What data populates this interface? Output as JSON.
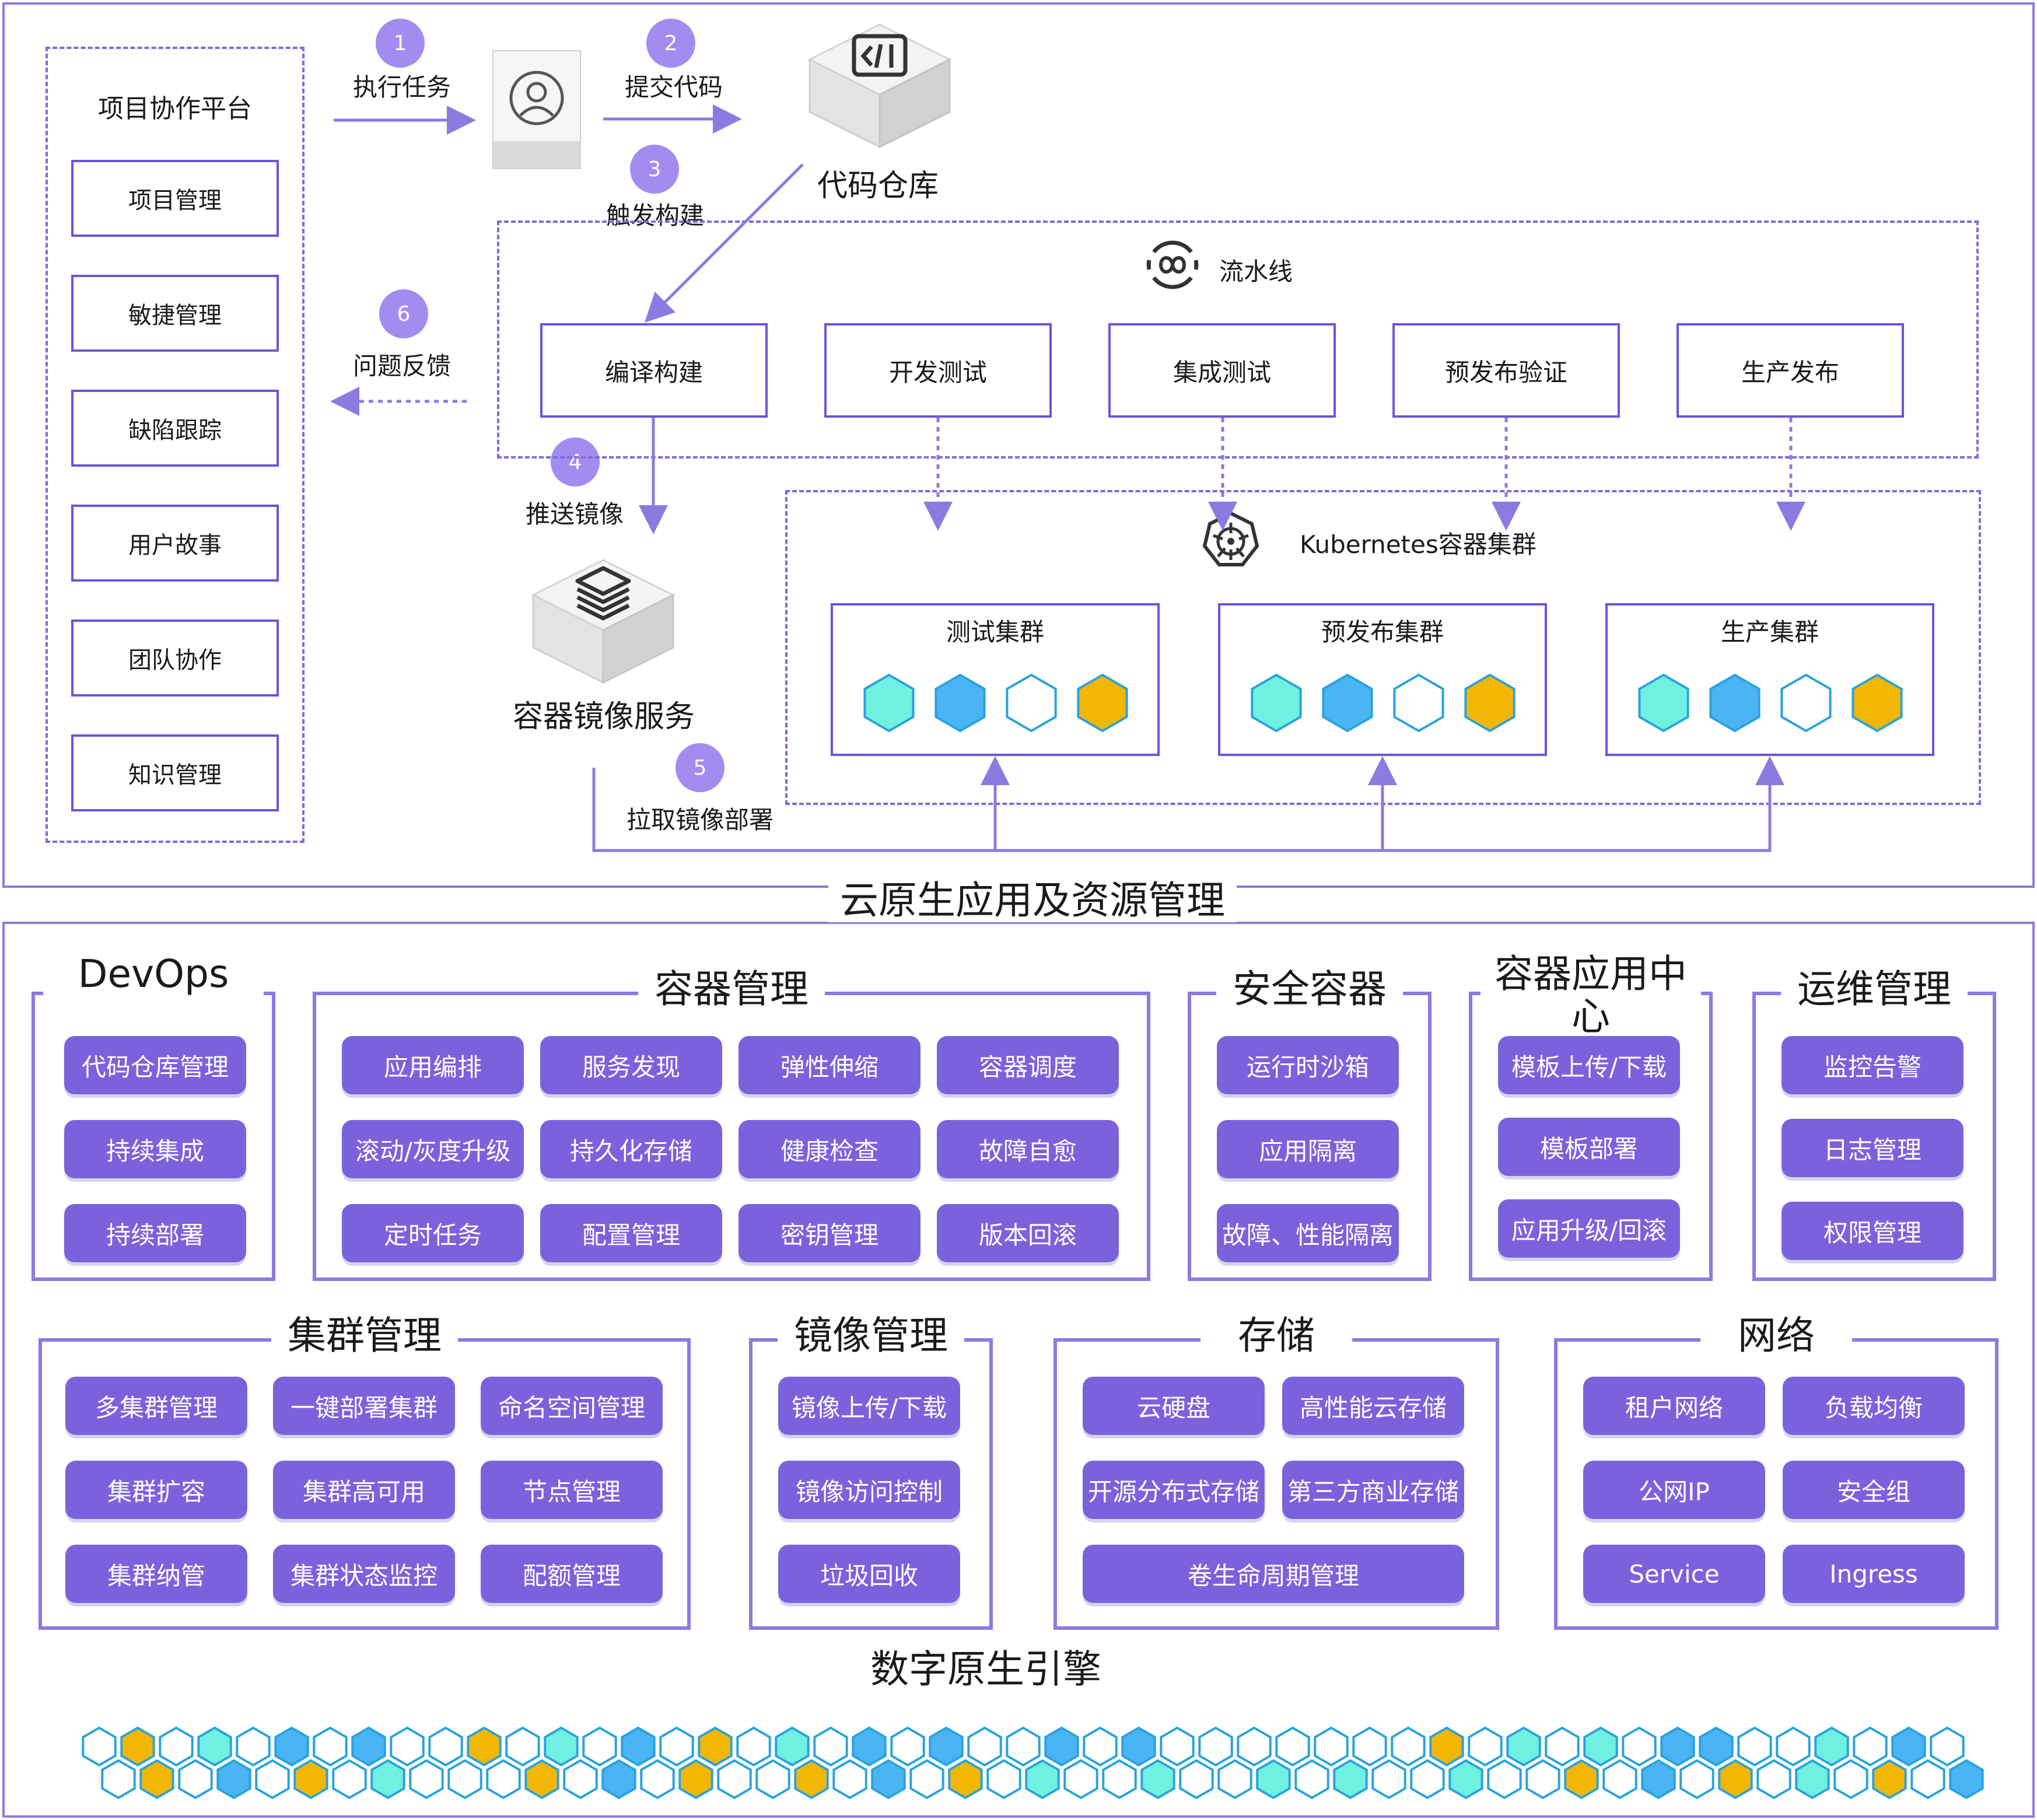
{
  "top": {
    "platform": {
      "title": "项目协作平台",
      "items": [
        "项目管理",
        "敏捷管理",
        "缺陷跟踪",
        "用户故事",
        "团队协作",
        "知识管理"
      ]
    },
    "steps": [
      {
        "num": "1",
        "label": "执行任务"
      },
      {
        "num": "2",
        "label": "提交代码"
      },
      {
        "num": "3",
        "label": "触发构建"
      },
      {
        "num": "4",
        "label": "推送镜像"
      },
      {
        "num": "5",
        "label": "拉取镜像部署"
      },
      {
        "num": "6",
        "label": "问题反馈"
      }
    ],
    "code_repo": "代码仓库",
    "registry": "容器镜像服务",
    "pipeline": {
      "title": "流水线",
      "stages": [
        "编译构建",
        "开发测试",
        "集成测试",
        "预发布验证",
        "生产发布"
      ]
    },
    "k8s": {
      "title": "Kubernetes容器集群",
      "clusters": [
        "测试集群",
        "预发布集群",
        "生产集群"
      ]
    }
  },
  "caption_top": "云原生应用及资源管理",
  "modules_row1": [
    {
      "title": "DevOps",
      "items": [
        "代码仓库管理",
        "持续集成",
        "持续部署"
      ]
    },
    {
      "title": "容器管理",
      "items": [
        "应用编排",
        "服务发现",
        "弹性伸缩",
        "容器调度",
        "滚动/灰度升级",
        "持久化存储",
        "健康检查",
        "故障自愈",
        "定时任务",
        "配置管理",
        "密钥管理",
        "版本回滚"
      ]
    },
    {
      "title": "安全容器",
      "items": [
        "运行时沙箱",
        "应用隔离",
        "故障、性能隔离"
      ]
    },
    {
      "title": "容器应用中心",
      "items": [
        "模板上传/下载",
        "模板部署",
        "应用升级/回滚"
      ]
    },
    {
      "title": "运维管理",
      "items": [
        "监控告警",
        "日志管理",
        "权限管理"
      ]
    }
  ],
  "modules_row2": [
    {
      "title": "集群管理",
      "items": [
        "多集群管理",
        "一键部署集群",
        "命名空间管理",
        "集群扩容",
        "集群高可用",
        "节点管理",
        "集群纳管",
        "集群状态监控",
        "配额管理"
      ]
    },
    {
      "title": "镜像管理",
      "items": [
        "镜像上传/下载",
        "镜像访问控制",
        "垃圾回收"
      ]
    },
    {
      "title": "存储",
      "items": [
        "云硬盘",
        "高性能云存储",
        "开源分布式存储",
        "第三方商业存储",
        "卷生命周期管理"
      ]
    },
    {
      "title": "网络",
      "items": [
        "租户网络",
        "负载均衡",
        "公网IP",
        "安全组",
        "Service",
        "Ingress"
      ]
    }
  ],
  "caption_bottom": "数字原生引擎",
  "colors": {
    "purple": "#7b62dd",
    "cyan": "#6ff0e0",
    "blue": "#4ab4f5",
    "gold": "#f2b705",
    "white": "#ffffff"
  },
  "hex_pattern": {
    "row1": [
      "w",
      "g",
      "w",
      "c",
      "w",
      "b",
      "w",
      "b",
      "w",
      "w",
      "g",
      "w",
      "c",
      "w",
      "b",
      "w",
      "g",
      "w",
      "c",
      "w",
      "b",
      "w",
      "b",
      "w",
      "w",
      "b",
      "w",
      "b",
      "w",
      "w",
      "w",
      "w",
      "w",
      "w",
      "w",
      "g",
      "w",
      "c",
      "w",
      "c",
      "w",
      "b",
      "b",
      "w",
      "w",
      "c",
      "w",
      "b",
      "w",
      "b"
    ],
    "row2": [
      "w",
      "g",
      "w",
      "b",
      "w",
      "g",
      "w",
      "c",
      "w",
      "w",
      "w",
      "g",
      "w",
      "b",
      "w",
      "g",
      "w",
      "w",
      "g",
      "w",
      "b",
      "w",
      "g",
      "w",
      "c",
      "w",
      "w",
      "c",
      "w",
      "w",
      "c",
      "w",
      "c",
      "w",
      "w",
      "c",
      "w",
      "w",
      "g",
      "w",
      "b",
      "w",
      "g",
      "w",
      "c",
      "w",
      "g",
      "w",
      "b",
      "g"
    ]
  }
}
